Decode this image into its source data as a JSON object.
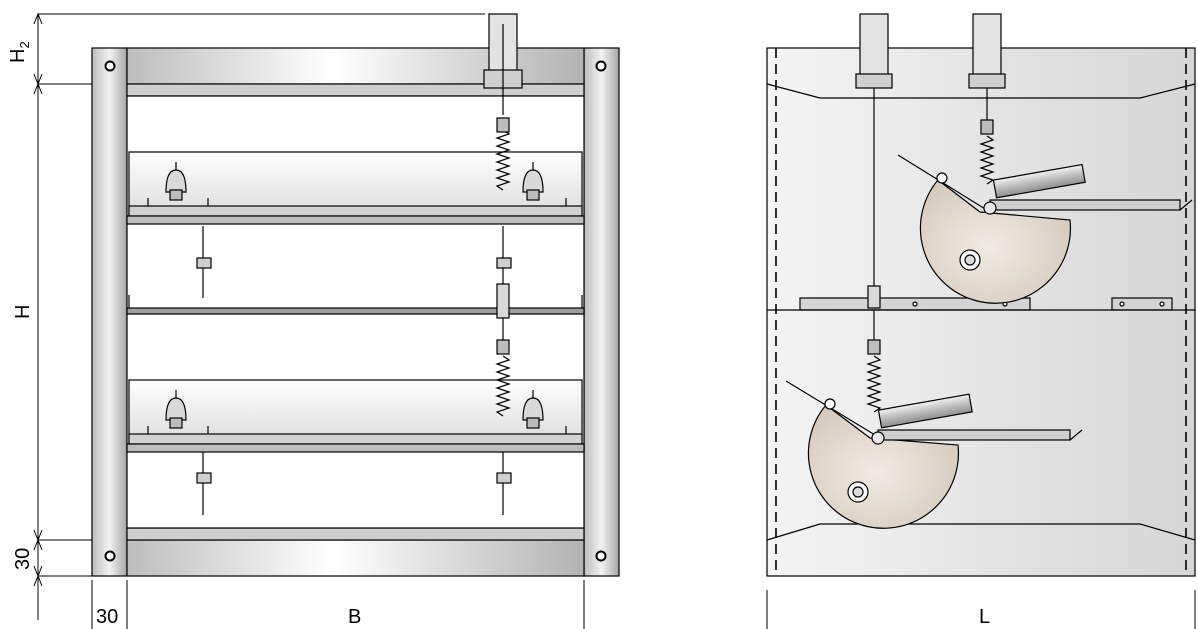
{
  "labels": {
    "h2": "H",
    "h2_sub": "2",
    "h": "H",
    "bottom_30": "30",
    "left_30": "30",
    "b": "B",
    "l": "L"
  },
  "colors": {
    "frame_fill": "#d9d9d9",
    "frame_dark": "#8c8c8c",
    "blade_fill": "#e8e8e8",
    "casing_fill": "#ececec",
    "weight_disc": "#e6ddd3",
    "line": "#000000"
  }
}
